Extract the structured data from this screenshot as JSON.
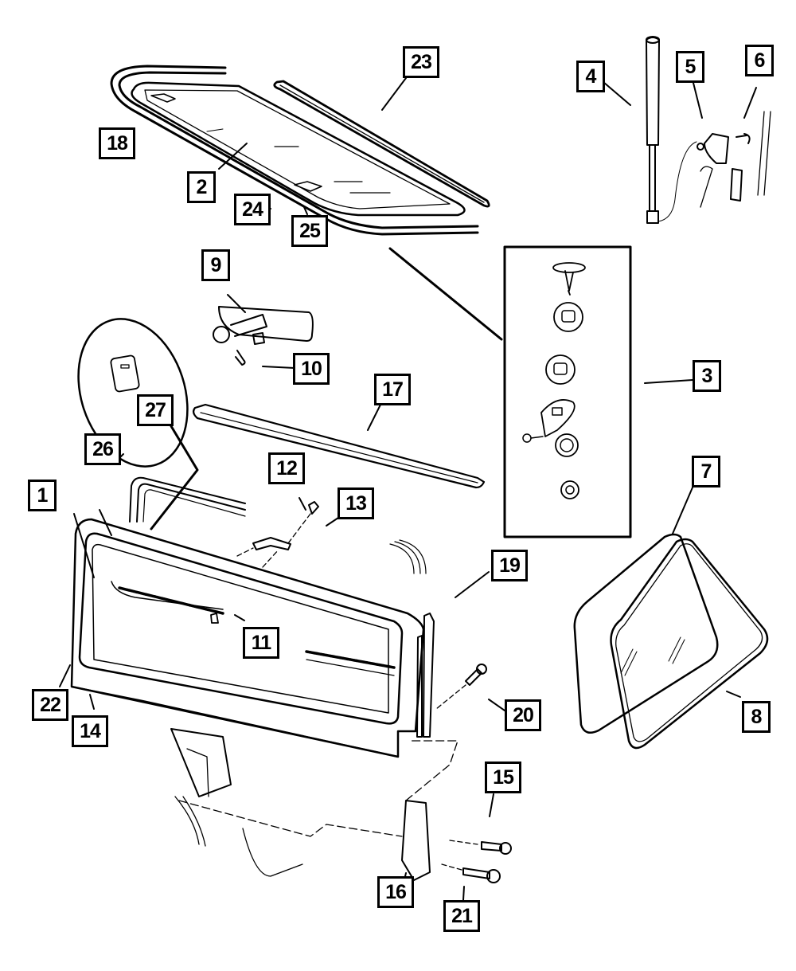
{
  "diagram": {
    "title": "Liftgate / Hardtop Rear Window Exploded View",
    "line_color": "#000000",
    "background": "#ffffff",
    "callouts": [
      {
        "id": "1",
        "part": "liftgate-glass-frame"
      },
      {
        "id": "2",
        "part": "rear-quarter-glass"
      },
      {
        "id": "3",
        "part": "fastener-kit"
      },
      {
        "id": "4",
        "part": "gas-prop-strut"
      },
      {
        "id": "5",
        "part": "strut-ball-bracket"
      },
      {
        "id": "6",
        "part": "bracket-screw"
      },
      {
        "id": "7",
        "part": "side-window-glass"
      },
      {
        "id": "8",
        "part": "side-window-seal"
      },
      {
        "id": "9",
        "part": "wiper-motor"
      },
      {
        "id": "10",
        "part": "motor-screw"
      },
      {
        "id": "11",
        "part": "glass-latch"
      },
      {
        "id": "12",
        "part": "hinge-bolt"
      },
      {
        "id": "13",
        "part": "hinge-clip"
      },
      {
        "id": "14",
        "part": "lower-seal"
      },
      {
        "id": "15",
        "part": "hinge-bolt-lower"
      },
      {
        "id": "16",
        "part": "hinge-bracket"
      },
      {
        "id": "17",
        "part": "top-weatherstrip"
      },
      {
        "id": "18",
        "part": "glass-seal-outer"
      },
      {
        "id": "19",
        "part": "side-channel"
      },
      {
        "id": "20",
        "part": "channel-screw"
      },
      {
        "id": "21",
        "part": "bracket-bolt"
      },
      {
        "id": "22",
        "part": "inner-seal"
      },
      {
        "id": "23",
        "part": "upper-trim-strip"
      },
      {
        "id": "24",
        "part": "glass-clip"
      },
      {
        "id": "25",
        "part": "glass-clip-retainer"
      },
      {
        "id": "26",
        "part": "frame-seal"
      },
      {
        "id": "27",
        "part": "seal-plug-detail"
      }
    ]
  }
}
